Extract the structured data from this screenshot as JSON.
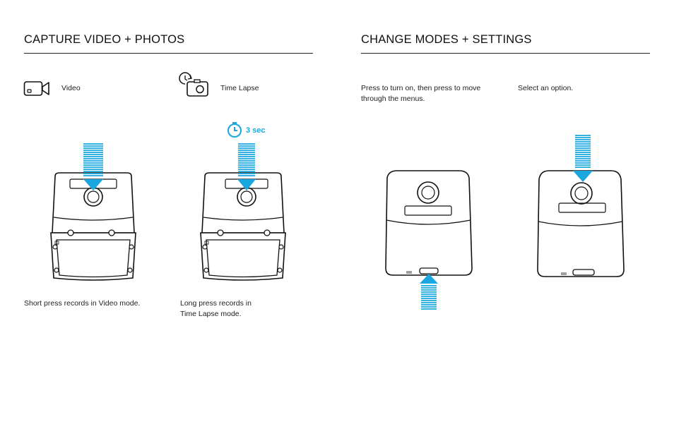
{
  "capture": {
    "title": "CAPTURE VIDEO + PHOTOS",
    "video_label": "Video",
    "timelapse_label": "Time Lapse",
    "timer_label": "3 sec",
    "caption_short": "Short press records in Video mode.",
    "caption_long_1": "Long press records in",
    "caption_long_2": "Time Lapse mode."
  },
  "modes": {
    "title": "CHANGE MODES + SETTINGS",
    "caption_press_1": "Press to turn on, then press to move",
    "caption_press_2": "through the menus.",
    "caption_select": "Select an option."
  },
  "colors": {
    "accent": "#1aa6df",
    "ink": "#111111"
  }
}
